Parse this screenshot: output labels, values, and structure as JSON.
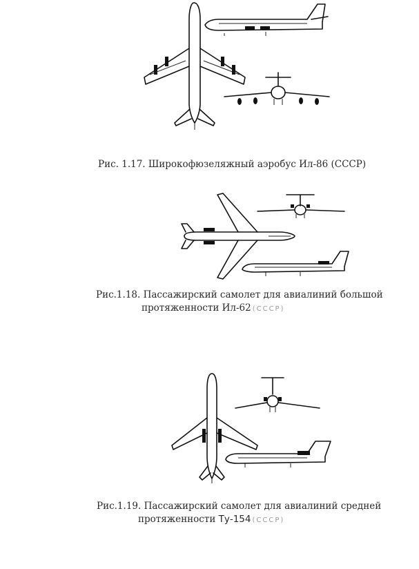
{
  "figures": [
    {
      "caption_lines": [
        "Рис. 1.17. Широкофюзеляжный аэробус Ил-86 (СССР)"
      ]
    },
    {
      "caption_line1": "Рис.1.18. Пассажирский самолет для авиалиний большой",
      "caption_line2_text": "протяженности Ил-62",
      "caption_line2_faint": "(СССР)"
    },
    {
      "caption_line1": "Рис.1.19. Пассажирский самолет для авиалиний средней",
      "caption_line2_text": "протяженности",
      "caption_line2_model": "Ту-154",
      "caption_line2_faint": "(СССР)"
    }
  ]
}
